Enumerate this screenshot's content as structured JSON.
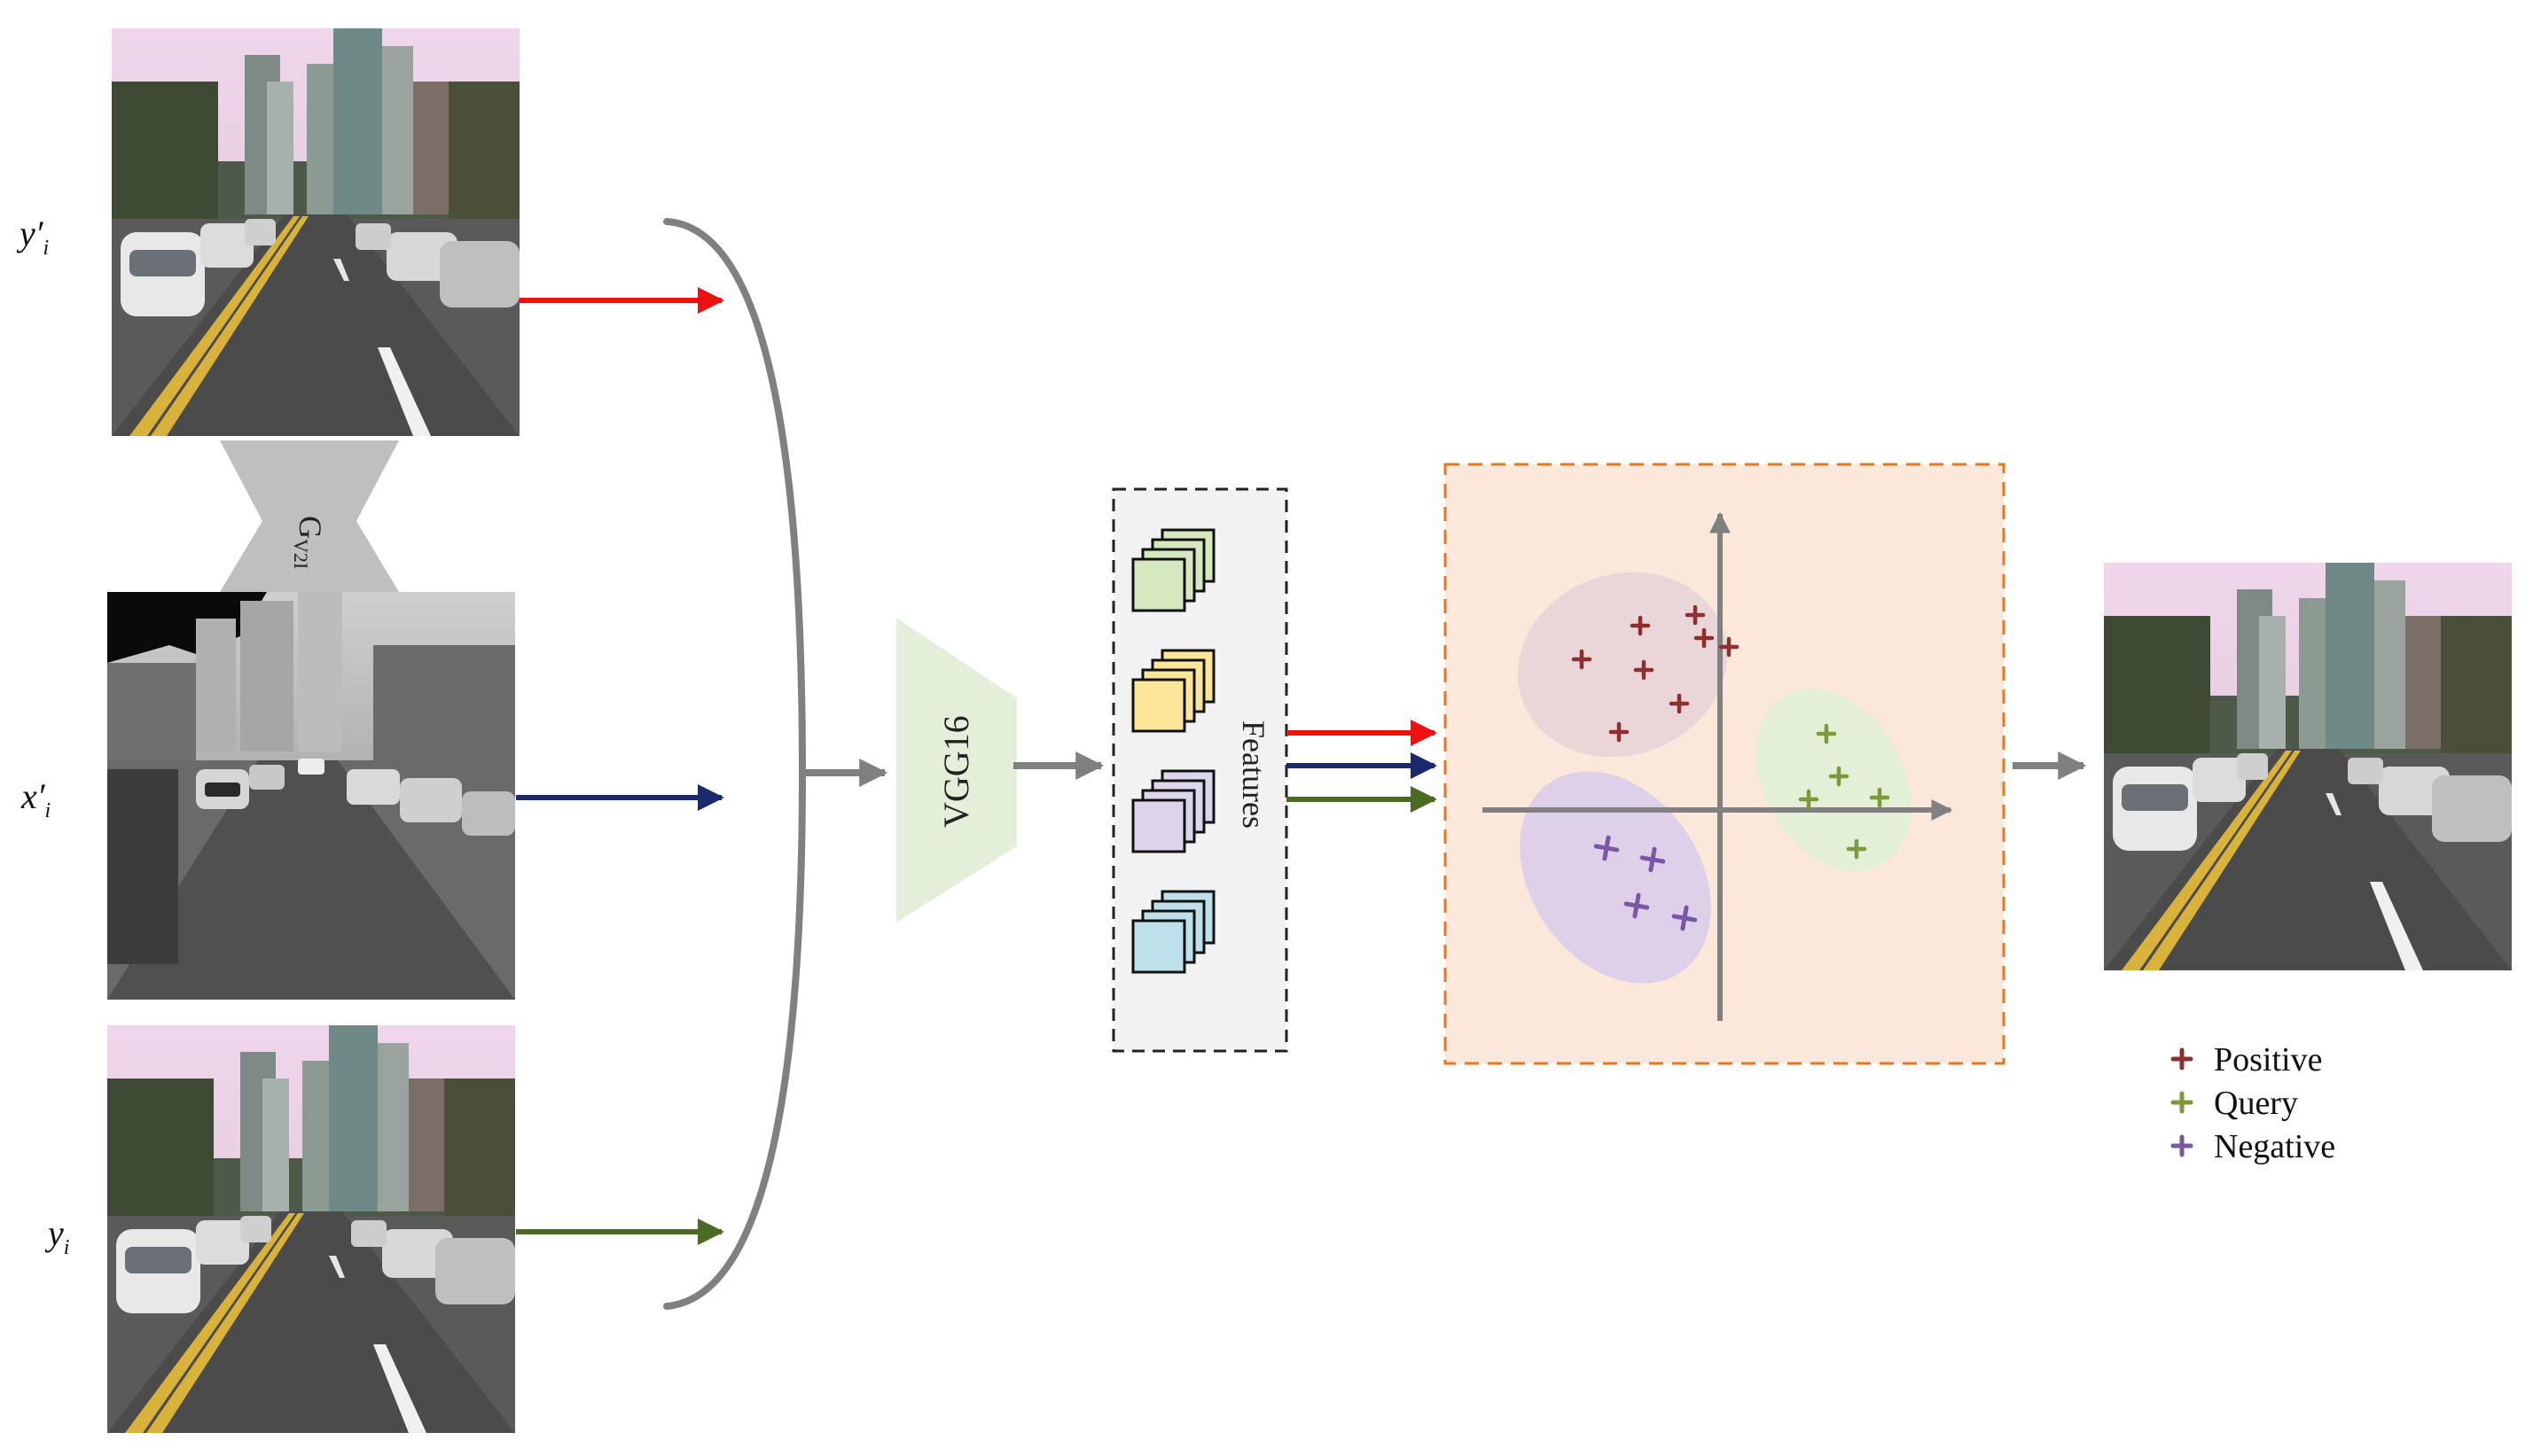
{
  "labels": {
    "y_prime": "y′",
    "x_prime": "x′",
    "y": "y",
    "subscript": "i",
    "generator_main": "G",
    "generator_sub": "V2I",
    "network": "VGG16",
    "features": "Features"
  },
  "legend": [
    {
      "name": "Positive",
      "color": "#8e2f2f",
      "icon": "plus-marker"
    },
    {
      "name": "Query",
      "color": "#7c9a3a",
      "icon": "plus-marker"
    },
    {
      "name": "Negative",
      "color": "#7b56a6",
      "icon": "plus-marker"
    }
  ],
  "colors": {
    "arrow_red": "#ee1111",
    "arrow_navy": "#1a2a6c",
    "arrow_green": "#4b6b24",
    "arrow_gray": "#808080",
    "vgg_fill": "#e4efd9",
    "panel_fill": "#fbe8da",
    "panel_border": "#e87722",
    "features_fill": "#f2f2f2",
    "feature_green": "#d6e8c0",
    "feature_yellow": "#fde69a",
    "feature_purple": "#ddd5ec",
    "feature_blue": "#bde0ea"
  },
  "images": {
    "top": "translated-visible-street-image",
    "middle": "thermal-infrared-street-image",
    "bottom": "visible-street-image",
    "output": "retrieved-street-image"
  }
}
